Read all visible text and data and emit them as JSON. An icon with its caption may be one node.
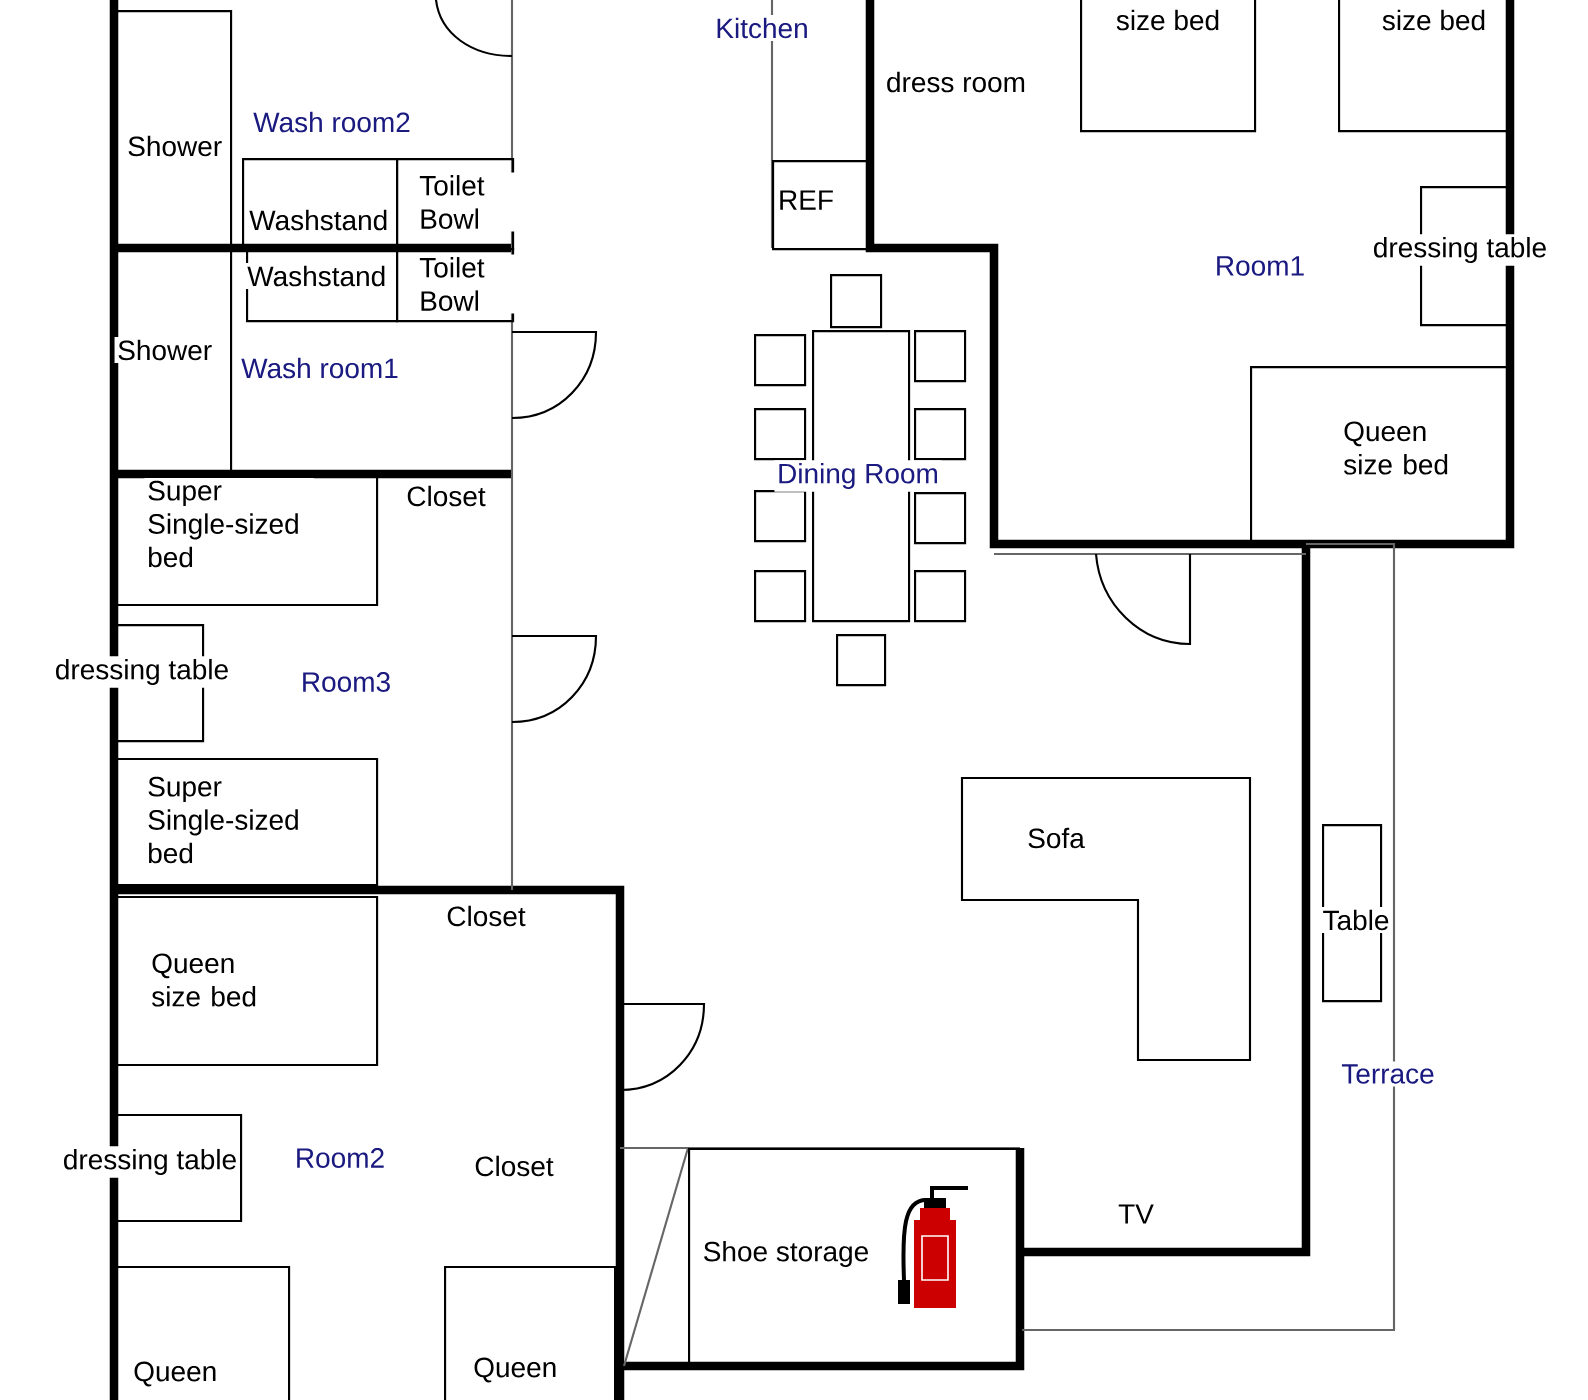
{
  "diagram": {
    "nodes": [
      {
        "text": [
          "Shower"
        ]
      },
      {
        "text": [
          "Washstand"
        ]
      },
      {
        "text": [
          "Toilet Bowl"
        ]
      },
      {
        "text": [
          "REF"
        ]
      },
      {
        "text": [
          "size bed"
        ]
      },
      {
        "text": [
          "size bed"
        ]
      },
      {
        "text": [
          "dressing table"
        ]
      },
      {
        "text": [
          "Shower"
        ]
      },
      {
        "text": [
          "Washstand"
        ]
      },
      {
        "text": [
          "Toilet Bowl"
        ]
      },
      {
        "text": [
          "Queen size bed"
        ]
      },
      {
        "text": [
          "Super Single-sized bed"
        ]
      },
      {
        "text": [],
        "shape": "box"
      },
      {
        "text": [],
        "shape": "box"
      },
      {
        "text": [],
        "shape": "box"
      },
      {
        "text": [],
        "shape": "box"
      },
      {
        "text": [],
        "shape": "box"
      },
      {
        "text": [],
        "shape": "box"
      },
      {
        "text": [],
        "shape": "box"
      },
      {
        "text": [],
        "shape": "box"
      },
      {
        "text": [],
        "shape": "box"
      },
      {
        "text": [],
        "shape": "box"
      },
      {
        "text": [],
        "shape": "box"
      },
      {
        "text": [
          "dressing table"
        ]
      },
      {
        "text": [
          "Super Single-sized bed"
        ]
      },
      {
        "text": [
          "Sofa"
        ]
      },
      {
        "text": [
          "Table"
        ]
      },
      {
        "text": [
          "Queen size bed"
        ]
      },
      {
        "text": [
          "dressing table"
        ]
      },
      {
        "text": [
          "Shoe storage"
        ]
      },
      {
        "text": [
          "Queen"
        ]
      },
      {
        "text": [
          "Queen"
        ]
      }
    ],
    "labels": [
      "Kitchen",
      "Wash room2",
      "dress room",
      "Room1",
      "Wash room1",
      "Closet",
      "Dining Room",
      "Room3",
      "Closet",
      "Terrace",
      "Room2",
      "Closet",
      "TV"
    ]
  }
}
